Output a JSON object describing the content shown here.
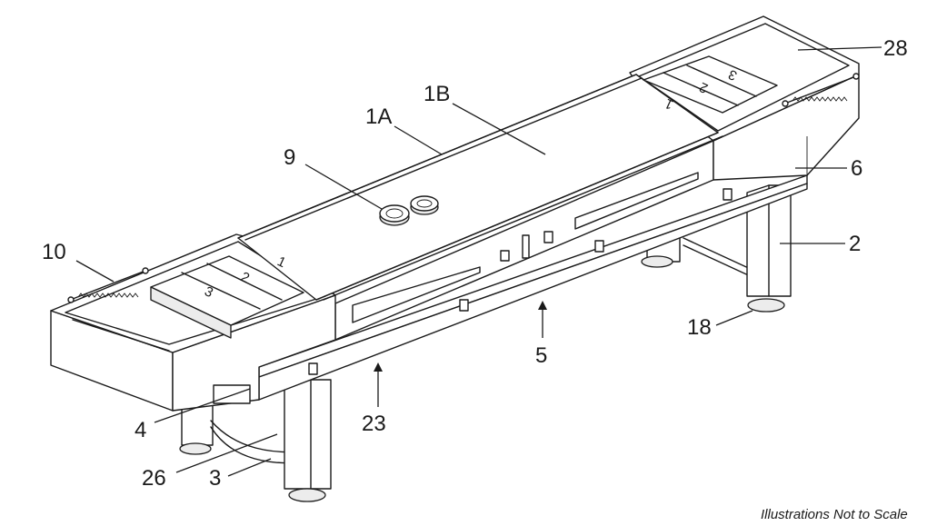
{
  "callouts": {
    "c28": "28",
    "c1B": "1B",
    "c1A": "1A",
    "c9": "9",
    "c6": "6",
    "c10": "10",
    "c2": "2",
    "c5": "5",
    "c18": "18",
    "c23": "23",
    "c4": "4",
    "c26": "26",
    "c3": "3"
  },
  "zones_left": [
    "1",
    "2",
    "3"
  ],
  "zones_right": [
    "1",
    "2",
    "3"
  ],
  "footer_note": "Illustrations Not to Scale"
}
